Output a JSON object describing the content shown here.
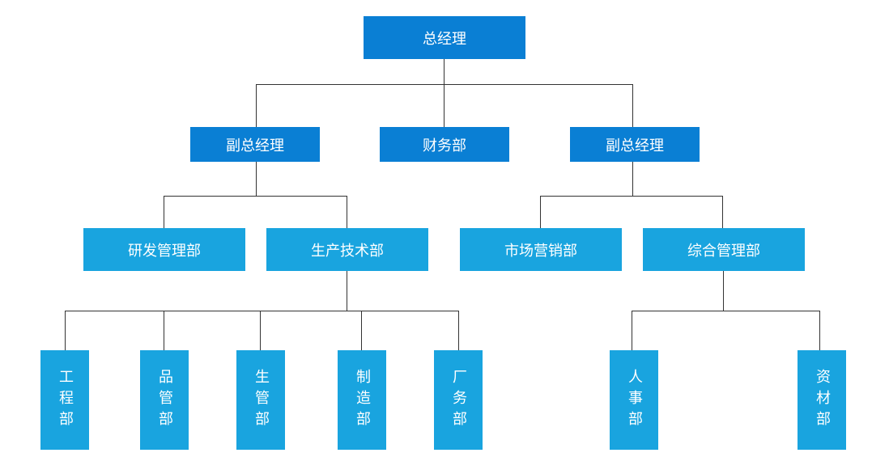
{
  "org_chart": {
    "root": {
      "label": "总经理"
    },
    "level1": {
      "vp_left": {
        "label": "副总经理"
      },
      "finance": {
        "label": "财务部"
      },
      "vp_right": {
        "label": "副总经理"
      }
    },
    "level2": {
      "rnd": {
        "label": "研发管理部"
      },
      "production_tech": {
        "label": "生产技术部"
      },
      "marketing": {
        "label": "市场营销部"
      },
      "general_admin": {
        "label": "综合管理部"
      }
    },
    "level3": {
      "engineering": {
        "label": "工程部"
      },
      "quality": {
        "label": "品管部"
      },
      "production_mgmt": {
        "label": "生管部"
      },
      "manufacturing": {
        "label": "制造部"
      },
      "factory_affairs": {
        "label": "厂务部"
      },
      "hr": {
        "label": "人事部"
      },
      "materials": {
        "label": "资材部"
      }
    }
  },
  "colors": {
    "dark_blue": "#0a7fd4",
    "light_blue": "#19a4df",
    "line": "#333333",
    "text": "#ffffff"
  }
}
